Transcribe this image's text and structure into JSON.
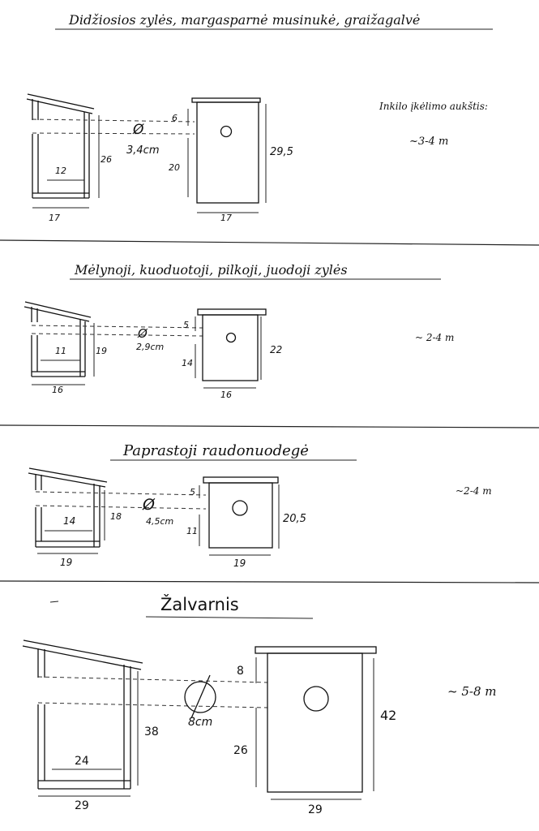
{
  "sections": [
    {
      "title": "Didžiosios zylės, margasparnė musinukė, graižagalvė",
      "height_note": "Inkilo įkėlimo aukštis:",
      "height_value": "~3-4 m",
      "side_width": "17",
      "side_height": "26",
      "floor": "12",
      "hole_symbol": "Ø",
      "hole_size": "3,4cm",
      "top_gap": "6",
      "below_hole": "20",
      "front_height": "29,5",
      "front_width": "17"
    },
    {
      "title": "Mėlynoji, kuoduotoji, pilkoji, juodoji zylės",
      "height_value": "~ 2-4 m",
      "side_width": "16",
      "side_height": "19",
      "floor": "11",
      "hole_symbol": "Ø",
      "hole_size": "2,9cm",
      "top_gap": "5",
      "below_hole": "14",
      "front_height": "22",
      "front_width": "16"
    },
    {
      "title": "Paprastoji raudonuodegė",
      "height_value": "~2-4 m",
      "side_width": "19",
      "side_height": "18",
      "floor": "14",
      "hole_symbol": "Ø",
      "hole_size": "4,5cm",
      "top_gap": "5",
      "below_hole": "11",
      "front_height": "20,5",
      "front_width": "19"
    },
    {
      "title": "Žalvarnis",
      "height_value": "~ 5-8 m",
      "side_width": "29",
      "side_height": "38",
      "floor": "24",
      "hole_symbol": "Ø",
      "hole_size": "8cm",
      "top_gap": "8",
      "below_hole": "26",
      "front_height": "42",
      "front_width": "29"
    }
  ]
}
